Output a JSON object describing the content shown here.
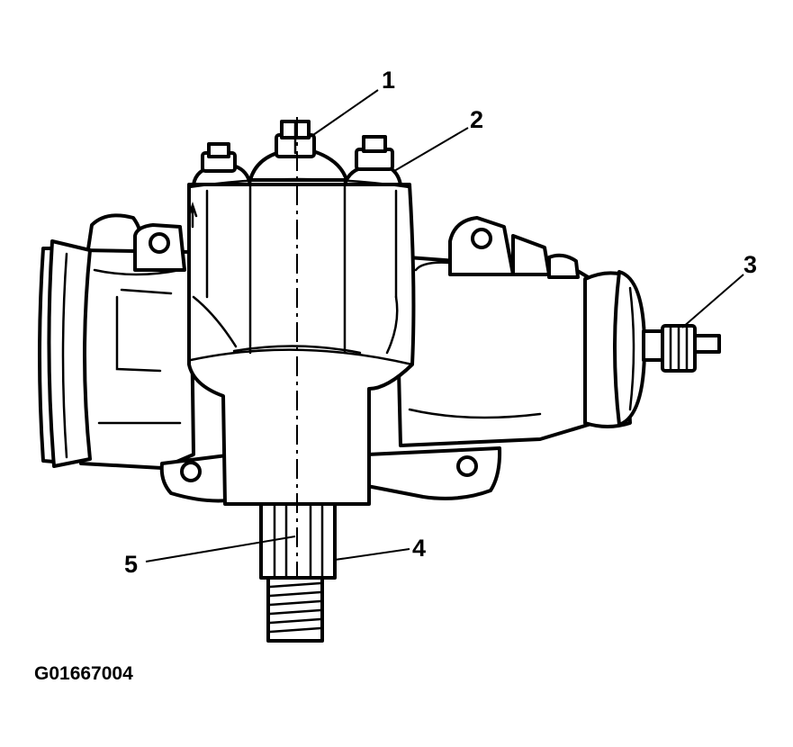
{
  "figure_id": "G01667004",
  "callouts": [
    {
      "id": "1",
      "label": "1"
    },
    {
      "id": "2",
      "label": "2"
    },
    {
      "id": "3",
      "label": "3"
    },
    {
      "id": "4",
      "label": "4"
    },
    {
      "id": "5",
      "label": "5"
    }
  ],
  "colors": {
    "line": "#000000",
    "background": "#ffffff"
  }
}
